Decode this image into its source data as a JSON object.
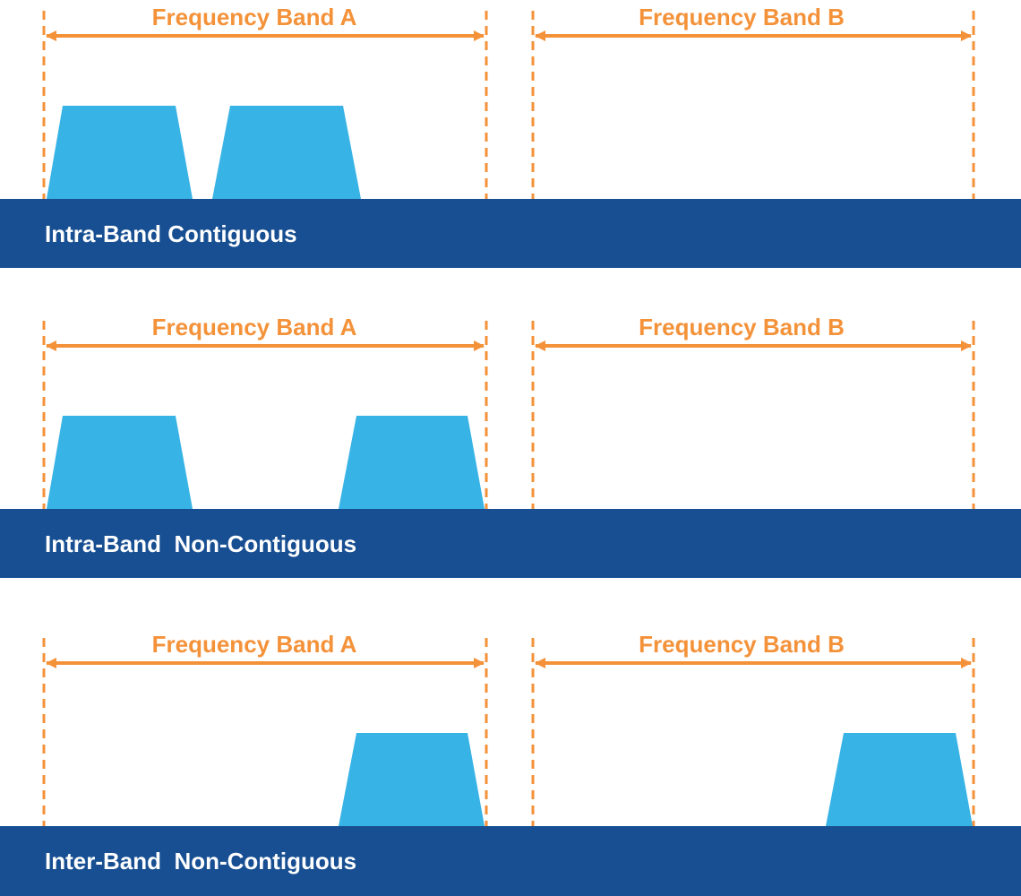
{
  "colors": {
    "accent_orange": "#F4923A",
    "carrier_blue": "#38B3E6",
    "bar_navy": "#174F92",
    "bar_text": "#FFFFFF",
    "background": "#FFFFFF"
  },
  "diagrams": [
    {
      "band_a_label": "Frequency Band A",
      "band_b_label": "Frequency Band B",
      "title": "Intra-Band Contiguous"
    },
    {
      "band_a_label": "Frequency Band A",
      "band_b_label": "Frequency Band B",
      "title": "Intra-Band  Non-Contiguous"
    },
    {
      "band_a_label": "Frequency Band A",
      "band_b_label": "Frequency Band B",
      "title": "Inter-Band  Non-Contiguous"
    }
  ]
}
